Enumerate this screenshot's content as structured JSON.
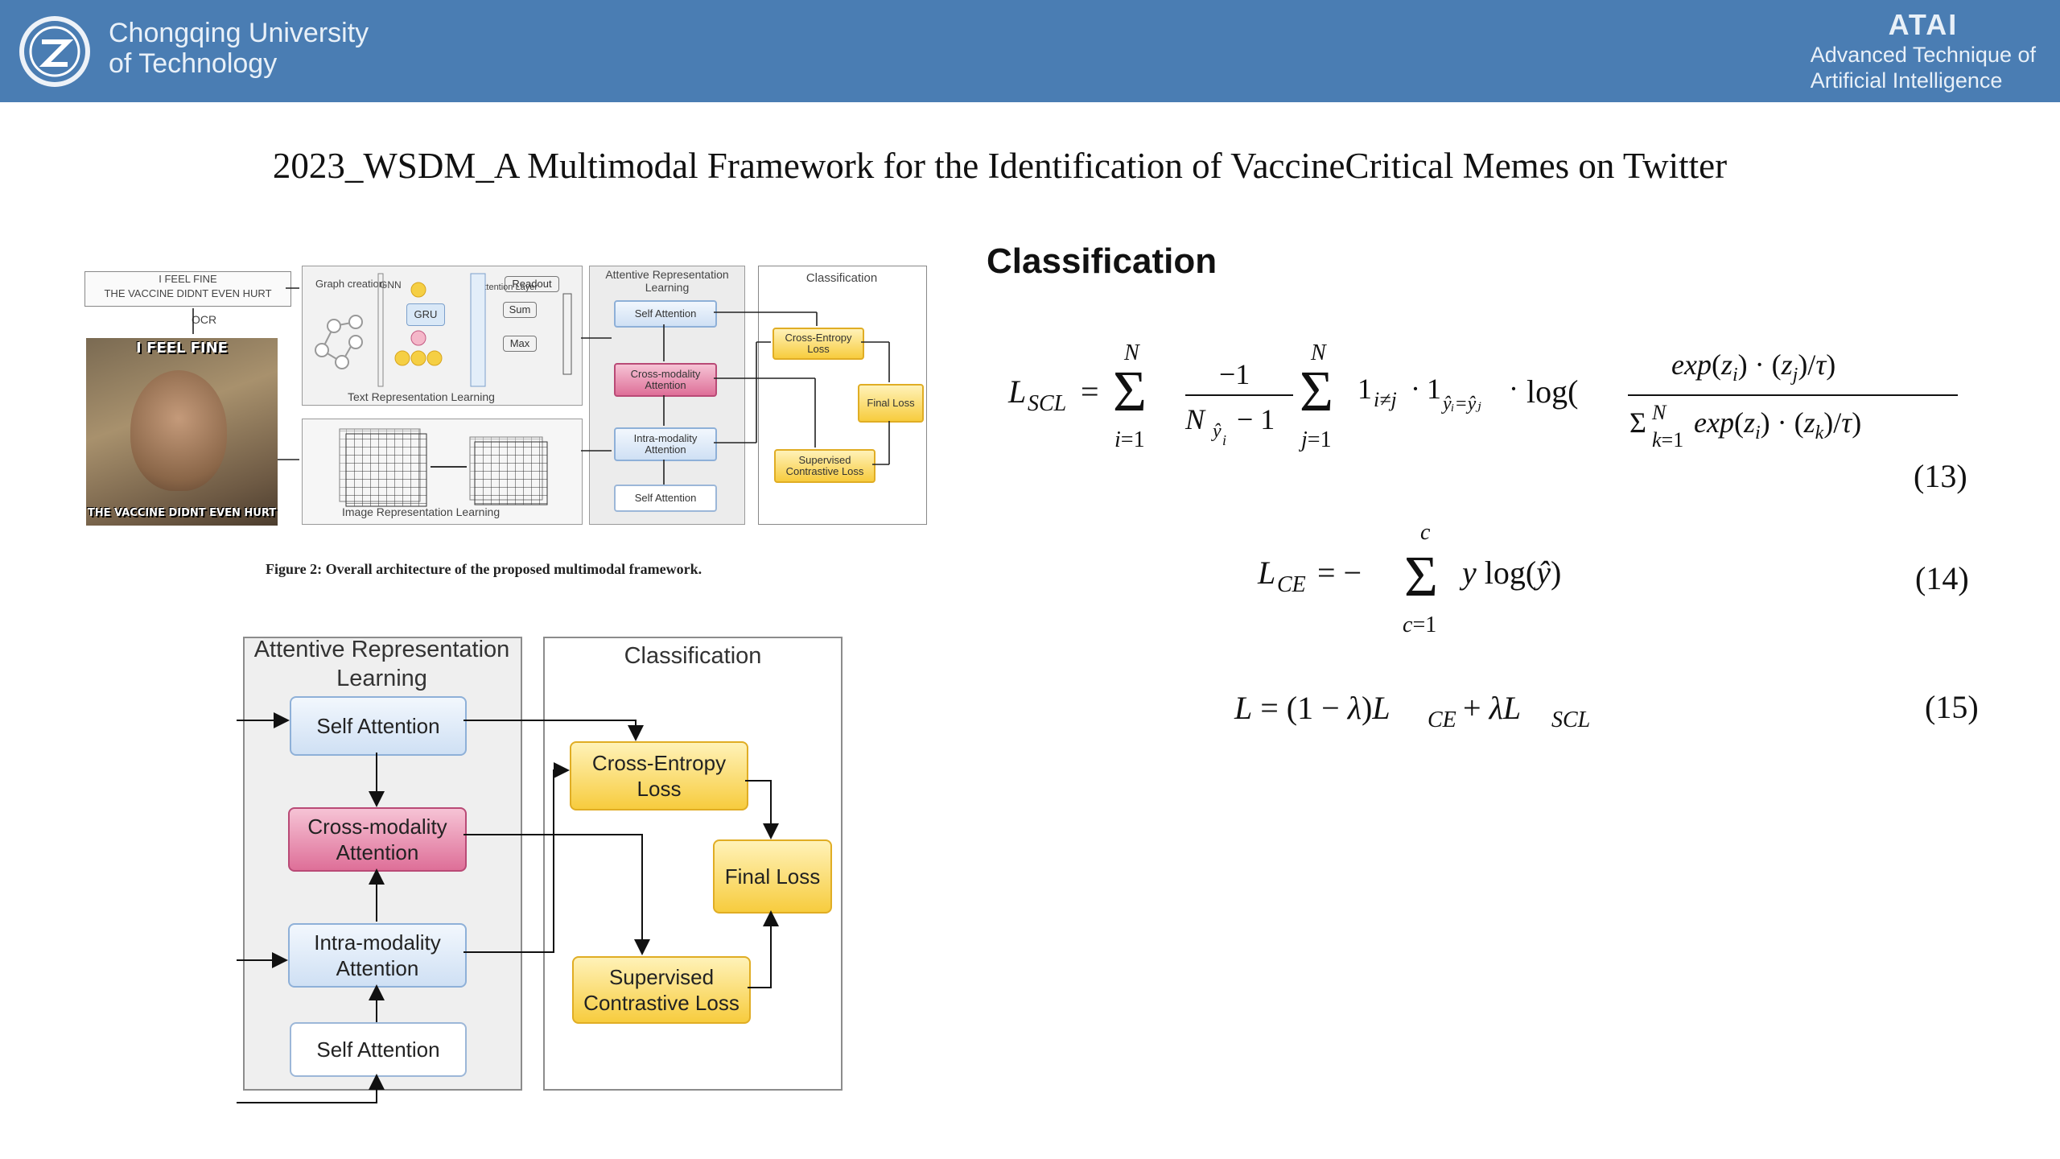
{
  "header": {
    "university_line1": "Chongqing University",
    "university_line2": "of Technology",
    "lab_title": "ATAI",
    "lab_line1": "Advanced Technique of",
    "lab_line2": "Artificial  Intelligence",
    "band_color": "#4a7db3"
  },
  "slide_title": "2023_WSDM_A Multimodal Framework for the Identification of VaccineCritical Memes on Twitter",
  "section_title": "Classification",
  "small_figure": {
    "text_input_line1": "I FEEL FINE",
    "text_input_line2": "THE VACCINE DIDNT EVEN HURT",
    "ocr_label": "OCR",
    "meme_top": "I FEEL FINE",
    "meme_bottom": "THE VACCINE DIDNT EVEN HURT",
    "graph_creation": "Graph creation",
    "gnn": "GNN",
    "gru": "GRU",
    "attention_layer": "Attention Layer",
    "readout": "Readout",
    "sum": "Sum",
    "max": "Max",
    "text_rep": "Text Representation Learning",
    "image_rep": "Image Representation Learning",
    "attentive_title": "Attentive Representation Learning",
    "self_attention": "Self Attention",
    "cross_modality": "Cross-modality Attention",
    "intra_modality": "Intra-modality Attention",
    "classification": "Classification",
    "cross_entropy": "Cross-Entropy Loss",
    "final_loss": "Final Loss",
    "supervised": "Supervised Contrastive Loss",
    "caption": "Figure 2: Overall architecture of the proposed multimodal framework."
  },
  "big_diagram": {
    "attentive_title": "Attentive Representation Learning",
    "classification_title": "Classification",
    "self_attention_top": "Self Attention",
    "cross_modality": "Cross-modality Attention",
    "intra_modality": "Intra-modality Attention",
    "self_attention_bottom": "Self Attention",
    "cross_entropy": "Cross-Entropy Loss",
    "final_loss": "Final Loss",
    "supervised": "Supervised Contrastive Loss"
  },
  "equations": [
    {
      "number": "(13)"
    },
    {
      "number": "(14)"
    },
    {
      "number": "(15)"
    }
  ]
}
